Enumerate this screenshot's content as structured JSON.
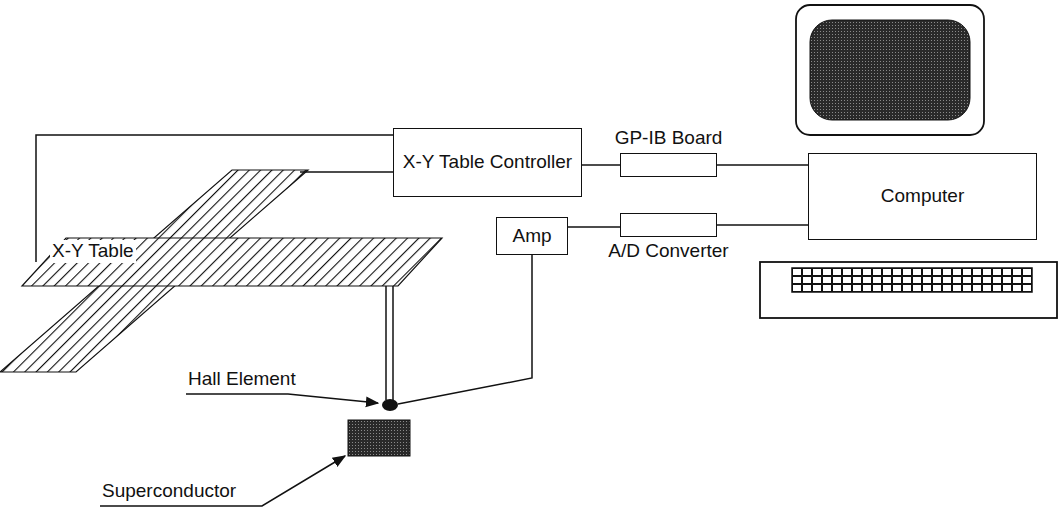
{
  "diagram": {
    "nodes": [
      {
        "text": [
          "X-Y Table Controller"
        ]
      },
      {
        "text": [
          "GP-IB Board"
        ]
      },
      {
        "text": [
          "Computer"
        ]
      },
      {
        "text": [
          "Amp"
        ]
      },
      {
        "text": [
          "A/D Converter"
        ]
      }
    ],
    "edges": [
      {
        "from": 0,
        "to": 1,
        "arrow": "none"
      },
      {
        "from": 1,
        "to": 2,
        "arrow": "none"
      },
      {
        "from": 3,
        "to": 4,
        "arrow": "none"
      },
      {
        "from": 4,
        "to": 2,
        "arrow": "none"
      }
    ],
    "labels": [
      "X-Y Table",
      "Hall Element",
      "Superconductor"
    ]
  }
}
